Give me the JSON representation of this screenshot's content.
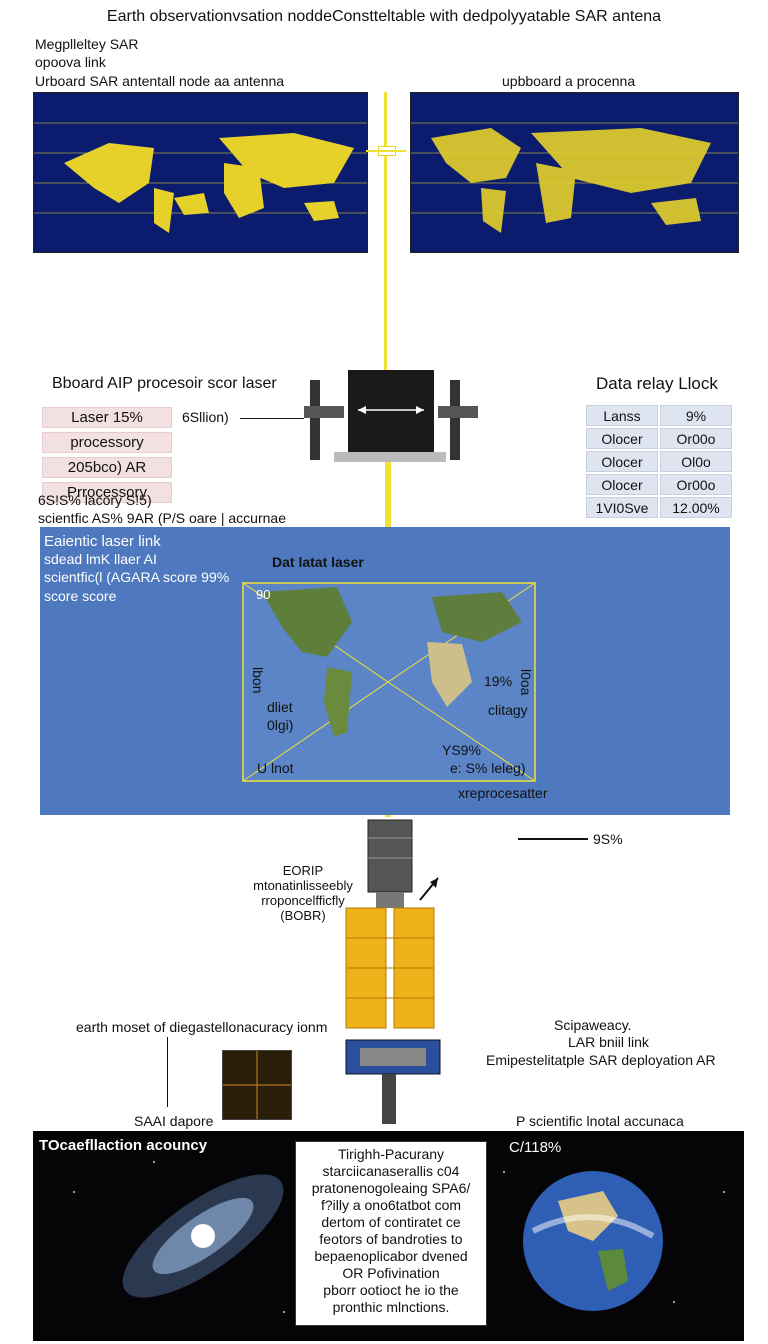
{
  "title": "Earth observationvsation noddeConstteltable with dedpolyyatable SAR antena",
  "top_left_labels": [
    "Megplleltey SAR",
    "opoova link",
    "Urboard SAR  antentall node aa antenna"
  ],
  "top_right_label": "upbboard a procenna",
  "mid_left_title": "Bboard AIP procesoir scor laser",
  "left_table": [
    "Laser 15%",
    "processory",
    "205bco) AR",
    "Prrocessory"
  ],
  "left_link_label": "6Sllion)",
  "left_notes": [
    "6S!S% lacory S!5)",
    "scientfic AS% 9AR (P/S oare | accurnae"
  ],
  "right_table_title": "Data relay Llock",
  "right_table": [
    [
      "Lanss",
      "9%"
    ],
    [
      "Olocer",
      "Or00o"
    ],
    [
      "Olocer",
      "Ol0o"
    ],
    [
      "Olocer",
      "Or00o"
    ],
    [
      "1VI0Sve",
      "12.00%"
    ]
  ],
  "blue_panel": {
    "title": "Eaientic laser link",
    "lines": [
      "sdead lmK llaer AI",
      "scientfic(l (AGARA score 99%",
      "score score"
    ],
    "map_title": "Dat latat laser",
    "left_labels": [
      "90",
      "lbon",
      "dliet",
      "0lgi)",
      "U lnot"
    ],
    "right_labels": [
      "19%",
      "l0oa",
      "clitagy",
      "YS9%",
      "e: S% leleg)"
    ],
    "bottom_label": "xreprocesatter"
  },
  "lower": {
    "arrow_label": "9S%",
    "eorip_lines": [
      "EORIP",
      "mtonatinlisseebly",
      "rroponcelfficfly",
      "(BOBR)"
    ],
    "earth_label": "earth moset of diegastellonacuracy ionm",
    "right_lines": [
      "Scipaweacy.",
      "LAR bniil link"
    ],
    "deploy_label": "Emipestelitatple SAR deployation AR",
    "sar_label": "SAAI dapore",
    "sci_label": "P scientific lnotal accunaca"
  },
  "space_panel": {
    "left_title": "TOcaefllaction acouncy",
    "right_title": "C/118%",
    "box_lines": [
      "Tirighh-Pacurany",
      "starciicanaserallis c04",
      "pratonenogoleaing SPA6/",
      "f?illy a ono6tatbot com",
      "dertom of contiratet ce",
      "feotors of bandroties to",
      "bepaenoplicabor dvened",
      "OR Pofivination",
      "pborr ootioct he io the",
      "pronthic mlnctions."
    ]
  },
  "colors": {
    "panel_blue": "#4f79bf",
    "map_dark": "#0b1c6e",
    "map_yellow": "#e6d12a",
    "laser": "#f1e135",
    "solar": "#f0b21a"
  }
}
